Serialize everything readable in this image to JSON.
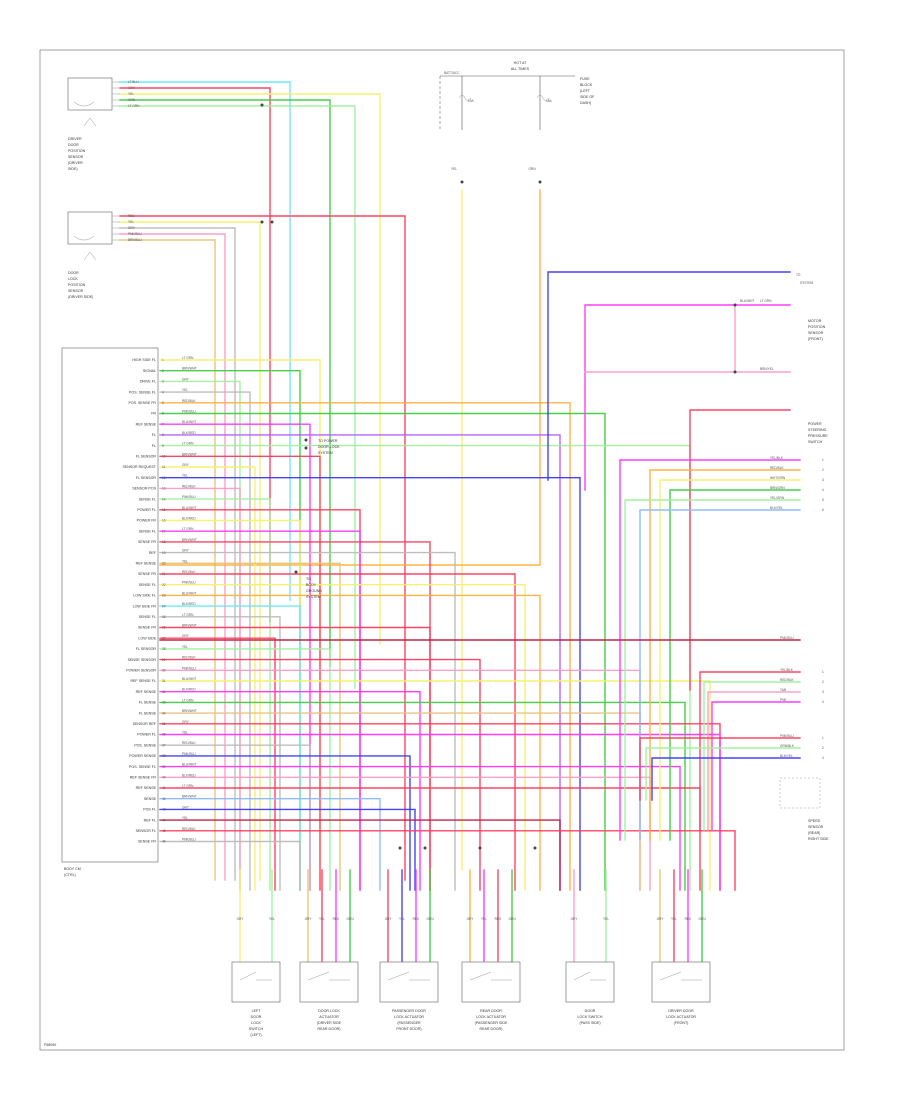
{
  "figure_id": "F58090",
  "colors": {
    "red": "#ff3b5c",
    "pink": "#ff9ac8",
    "magenta": "#ff33ff",
    "yellow": "#f5f06a",
    "green": "#3ccf3c",
    "lightgreen": "#9ff09f",
    "blue": "#3a3aff",
    "lightblue": "#8ab8ff",
    "cyan": "#66e6ff",
    "orange": "#ffae3d",
    "darkred": "#c2183c",
    "grey": "#bbbbbb",
    "tan": "#e8c27a",
    "purple": "#b25cff"
  },
  "module": {
    "label_lines": [
      "BODY CM",
      "(CTRL)"
    ],
    "terminals": [
      "HIGH SIDE FL",
      "SIGNAL",
      "DRIVE FL",
      "POS. SENSE FL",
      "POS. SENSE FR",
      "FR",
      "REF SENSE",
      "FL",
      "FL",
      "FL SENSOR",
      "SENSOR REQUEST",
      "FL SENSOR",
      "SENSOR POS",
      "SENSE FL",
      "POWER FL",
      "POWER FR",
      "SENSE FL",
      "SENSE FR",
      "REF",
      "REF SENSE",
      "SENSE FR",
      "SENSE FL",
      "LOW SIDE FL",
      "LOW SIDE FR",
      "SENSE FL",
      "SENSE FR",
      "LOW SIDE",
      "FL SENSOR",
      "SENSE SENSOR",
      "POWER SENSOR",
      "REF SENSE FL",
      "REF SENSE",
      "FL SENSE",
      "FL SENSE",
      "SENSOR REF",
      "POWER FL",
      "POS. SENSE",
      "POWER SENSE",
      "POS. SENSE FL",
      "REF SENSE FR",
      "REF SENSE",
      "SENSE",
      "POS FL",
      "REF FL",
      "SENSOR FL",
      "SENSE FR"
    ]
  },
  "top_left_sensors": [
    {
      "caption": [
        "DRIVER",
        "DOOR",
        "POSITION",
        "SENSOR",
        "(DRIVER",
        "SIDE)"
      ],
      "wires": [
        "LT BLU",
        "GRY",
        "YEL",
        "GRN",
        "LT GRN"
      ]
    },
    {
      "caption": [
        "DOOR",
        "LOCK",
        "POSITION",
        "SENSOR",
        "(DRIVER SIDE)"
      ],
      "wires": [
        "RED",
        "YEL",
        "GRY",
        "PNK/BLU",
        "BRN/BLU"
      ]
    }
  ],
  "top_center": {
    "header": "HOT AT",
    "header_sub": "ALL TIMES",
    "fuse_left": "BATT/ACC",
    "fuse_labels": [
      "10A",
      "15A"
    ],
    "right_caption": [
      "FUSE",
      "BLOCK",
      "(LEFT",
      "SIDE OF",
      "DASH)"
    ],
    "wires": [
      "YEL",
      "ORN"
    ]
  },
  "right_labels": {
    "r1": "TO",
    "r2": "SYSTEM",
    "sensor_caption": [
      "MOTOR",
      "POSITION",
      "SENSOR",
      "(FRONT)"
    ],
    "heater_caption": [
      "POWER",
      "STEERING",
      "PRESSURE",
      "SWITCH"
    ],
    "motor_caption": [
      "SPEED",
      "SENSOR",
      "(REAR)",
      "RIGHT SIDE"
    ],
    "wires_a": [
      "BLU/WHT",
      "LT GRN",
      "BRN/YEL"
    ],
    "wires_b": [
      "YEL/BLK",
      "RED/BLK",
      "WHT/GRN",
      "BRN/GRN",
      "YEL/GRN",
      "BLK/YEL"
    ],
    "wires_c": [
      "PNK/BLU",
      "YEL/BLK",
      "RED/BLK",
      "TAN",
      "PNK"
    ],
    "wires_d": [
      "PNK/BLU",
      "GRN/BLK",
      "BLK/YEL"
    ]
  },
  "side_notes": [
    {
      "lines": [
        "TO POWER",
        "DOOR LOCK",
        "SYSTEM"
      ]
    },
    {
      "lines": [
        "TO",
        "BODY",
        "GROUND",
        "SYSTEM"
      ]
    }
  ],
  "bottom_components": [
    {
      "caption": [
        "LEFT",
        "DOOR",
        "LOCK",
        "SWITCH",
        "(LEFT)"
      ]
    },
    {
      "caption": [
        "DOOR LOCK",
        "ACTUATOR",
        "(DRIVER SIDE",
        "REAR DOOR)"
      ]
    },
    {
      "caption": [
        "PASSENGER DOOR",
        "LOCK ACTUATOR",
        "(PASSENGER",
        "FRONT DOOR)"
      ]
    },
    {
      "caption": [
        "REAR DOOR",
        "LOCK ACTUATOR",
        "(PASSENGER SIDE",
        "REAR DOOR)"
      ]
    },
    {
      "caption": [
        "DOOR",
        "LOCK SWITCH",
        "(PASS SIDE)"
      ]
    },
    {
      "caption": [
        "DRIVER DOOR",
        "LOCK ACTUATOR",
        "(FRONT)"
      ]
    }
  ]
}
